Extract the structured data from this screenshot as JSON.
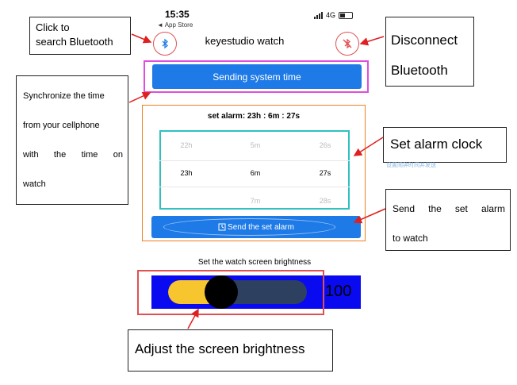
{
  "status_bar": {
    "time": "15:35",
    "back_label": "◄ App Store",
    "network": "4G"
  },
  "nav": {
    "title": "keyestudio watch",
    "search_bt_icon": "bluetooth-icon",
    "disconnect_bt_icon": "bluetooth-off-icon"
  },
  "sync": {
    "button_label": "Sending system time"
  },
  "alarm": {
    "label": "set alarm:  23h : 6m : 27s",
    "hours": [
      "22h",
      "23h",
      ""
    ],
    "minutes": [
      "5m",
      "6m",
      "7m"
    ],
    "seconds": [
      "26s",
      "27s",
      "28s"
    ],
    "send_label": "Send the set alarm"
  },
  "brightness": {
    "label": "Set the watch screen brightness",
    "value_text": "100",
    "level": 0.38
  },
  "callouts": {
    "search_bt": [
      "Click to",
      "search Bluetooth"
    ],
    "disconnect_bt": [
      "Disconnect",
      "Bluetooth"
    ],
    "sync_time": [
      "Synchronize the time",
      "from your cellphone",
      "with the time on",
      "watch"
    ],
    "set_alarm": "Set alarm clock",
    "send_alarm": [
      "Send the set alarm",
      "to watch"
    ],
    "adjust_brightness": "Adjust the screen brightness"
  },
  "hint_text": "设置闹钟时间并发送",
  "colors": {
    "accent": "#1e7ae6",
    "brightness_bg": "#0a0af0",
    "slider_fill": "#f7c52e",
    "callout_arrow": "#e02020"
  }
}
